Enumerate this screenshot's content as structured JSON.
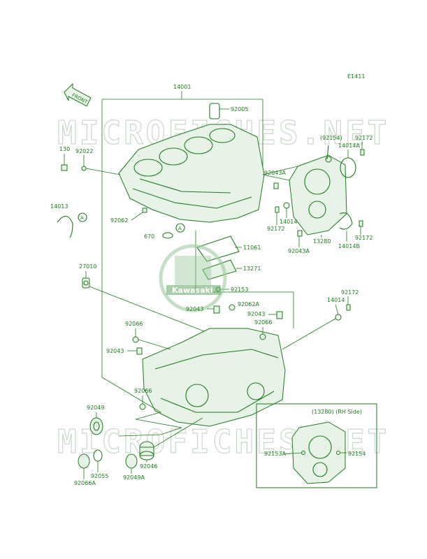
{
  "diagram_id": "E1411",
  "front_label": "FRONT",
  "watermark": "MICROFICHES.NET",
  "logo_text": "Kawasaki",
  "inset_title": "(13280) (RH Side)",
  "callout_a": "A",
  "labels": {
    "p14001": "14001",
    "p92005": "92005",
    "p92154_paren": "(92154)",
    "p92172_a": "92172",
    "p130": "130",
    "p92022": "92022",
    "p14014A": "14014A",
    "p92043A_a": "92043A",
    "p14013": "14013",
    "p92062": "92062",
    "p670": "670",
    "p14014_a": "14014",
    "p92172_b": "92172",
    "p92172_c": "92172",
    "p13280": "13280",
    "p14014B": "14014B",
    "p92043A_b": "92043A",
    "p11061": "11061",
    "p13271": "13271",
    "p27010": "27010",
    "p92153": "92153",
    "p92172_d": "92172",
    "p14014_b": "14014",
    "p92062A": "92062A",
    "p92043_a": "92043",
    "p92043_b": "92043",
    "p92066_a": "92066",
    "p92066_b": "92066",
    "p92043_c": "92043",
    "p92066_c": "92066",
    "p92049": "92049",
    "p92055": "92055",
    "p92049A": "92049A",
    "p92046": "92046",
    "p92066A": "92066A",
    "p92153A": "92153A",
    "p92154": "92154"
  }
}
